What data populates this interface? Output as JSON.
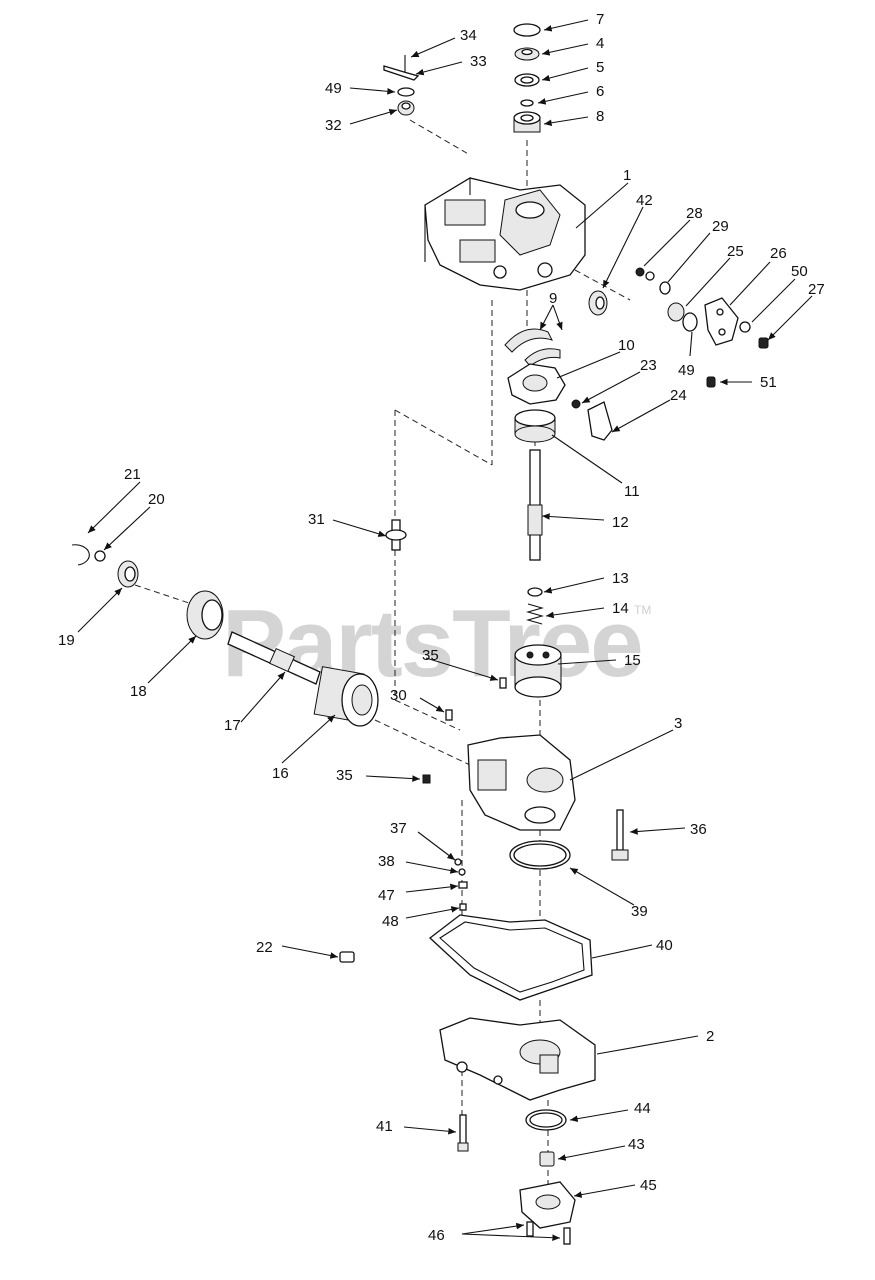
{
  "watermark": {
    "text": "PartsTree",
    "trademark": "TM"
  },
  "callouts": {
    "c1": "1",
    "c2": "2",
    "c3": "3",
    "c4": "4",
    "c5": "5",
    "c6": "6",
    "c7": "7",
    "c8": "8",
    "c9": "9",
    "c10": "10",
    "c11": "11",
    "c12": "12",
    "c13": "13",
    "c14": "14",
    "c15": "15",
    "c16": "16",
    "c17": "17",
    "c18": "18",
    "c19": "19",
    "c20": "20",
    "c21": "21",
    "c22": "22",
    "c23": "23",
    "c24": "24",
    "c25": "25",
    "c26": "26",
    "c27": "27",
    "c28": "28",
    "c29": "29",
    "c30": "30",
    "c31": "31",
    "c32": "32",
    "c33": "33",
    "c34": "34",
    "c35a": "35",
    "c35b": "35",
    "c36": "36",
    "c37": "37",
    "c38": "38",
    "c39": "39",
    "c40": "40",
    "c41": "41",
    "c42": "42",
    "c43": "43",
    "c44": "44",
    "c45": "45",
    "c46": "46",
    "c47": "47",
    "c48": "48",
    "c49a": "49",
    "c49b": "49",
    "c50": "50",
    "c51": "51"
  }
}
